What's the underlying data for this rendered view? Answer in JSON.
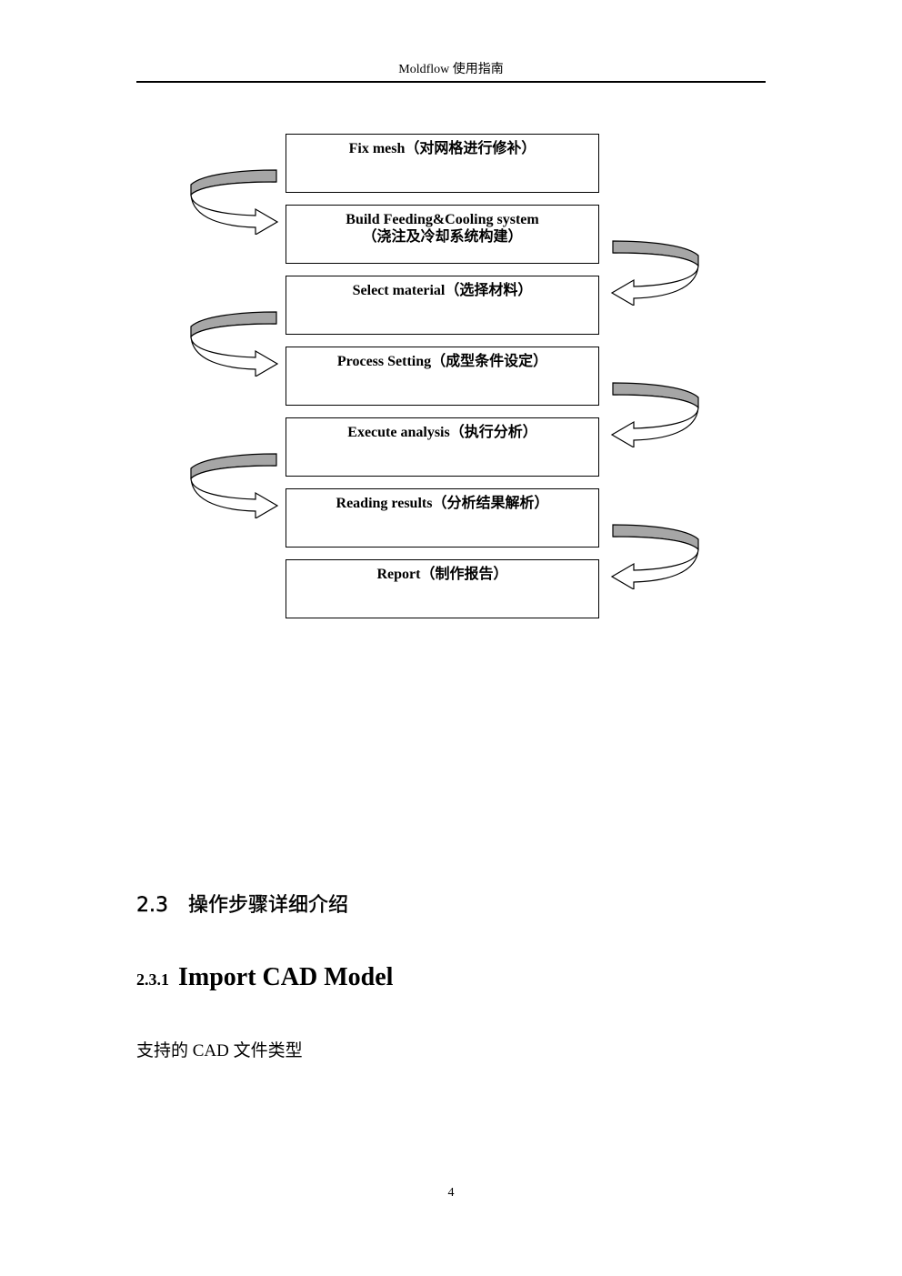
{
  "header": {
    "title": "Moldflow 使用指南"
  },
  "flowchart": {
    "steps": [
      {
        "label": "Fix mesh（对网格进行修补）"
      },
      {
        "label": "Build Feeding&Cooling system\n（浇注及冷却系统构建）"
      },
      {
        "label": "Select material（选择材料）"
      },
      {
        "label": "Process Setting（成型条件设定）"
      },
      {
        "label": "Execute analysis（执行分析）"
      },
      {
        "label": "Reading results（分析结果解析）"
      },
      {
        "label": "Report（制作报告）"
      }
    ],
    "colors": {
      "arrow_band": "#a6a6a6",
      "arrow_body": "#ffffff",
      "border": "#000000"
    }
  },
  "section": {
    "number": "2.3",
    "title": "操作步骤详细介绍"
  },
  "subsection": {
    "number": "2.3.1",
    "title": "Import CAD Model"
  },
  "body": {
    "text": "支持的 CAD 文件类型"
  },
  "footer": {
    "page_number": "4"
  }
}
